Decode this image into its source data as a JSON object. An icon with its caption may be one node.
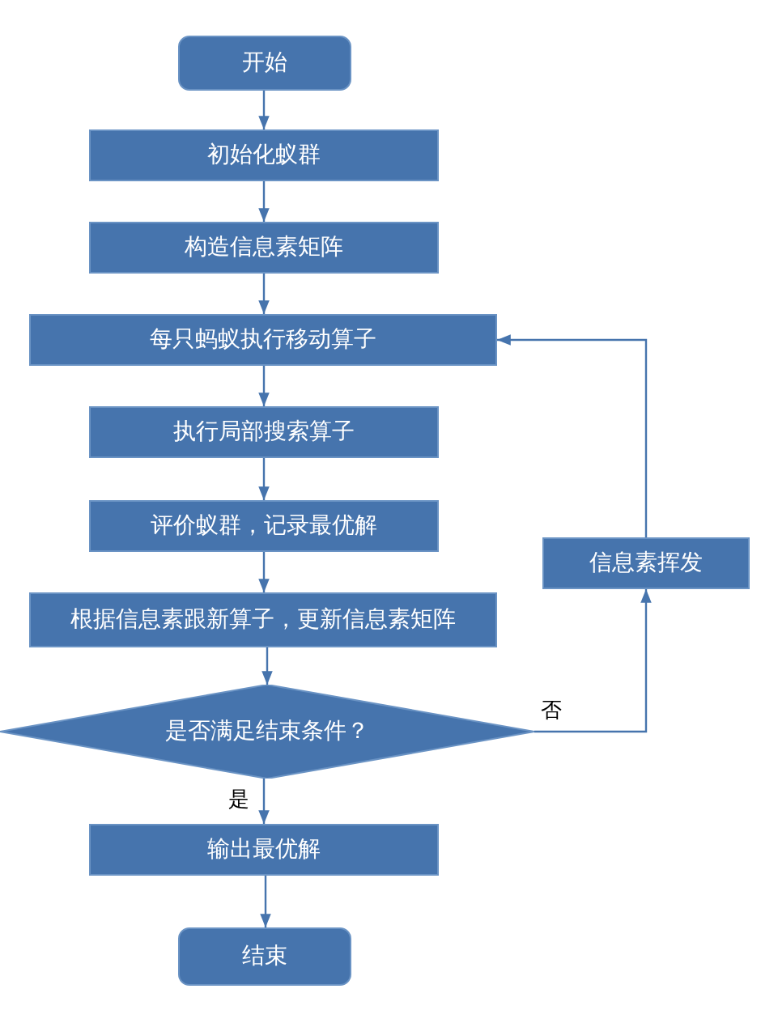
{
  "diagram": {
    "nodes": [
      {
        "text": [
          "开始"
        ]
      },
      {
        "text": [
          "初始化蚁群"
        ]
      },
      {
        "text": [
          "构造信息素矩阵"
        ]
      },
      {
        "text": [
          "每只蚂蚁执行移动算子"
        ]
      },
      {
        "text": [
          "执行局部搜索算子"
        ]
      },
      {
        "text": [
          "评价蚁群，记录最优解"
        ]
      },
      {
        "text": [
          "根据信息素跟新算子，更新信息素矩阵"
        ]
      },
      {
        "text": [
          "是否满足结束条件？"
        ]
      },
      {
        "text": [
          "输出最优解"
        ]
      },
      {
        "text": [
          "结束"
        ]
      },
      {
        "text": [
          "信息素挥发"
        ]
      }
    ],
    "edges": [
      {
        "from": 0,
        "to": 1,
        "arrow": "to"
      },
      {
        "from": 1,
        "to": 2,
        "arrow": "to"
      },
      {
        "from": 2,
        "to": 3,
        "arrow": "to"
      },
      {
        "from": 3,
        "to": 4,
        "arrow": "to"
      },
      {
        "from": 4,
        "to": 5,
        "arrow": "to"
      },
      {
        "from": 5,
        "to": 6,
        "arrow": "to"
      },
      {
        "from": 6,
        "to": 7,
        "arrow": "to"
      },
      {
        "from": 7,
        "to": 8,
        "arrow": "to",
        "label": "是"
      },
      {
        "from": 8,
        "to": 9,
        "arrow": "to"
      },
      {
        "from": 7,
        "to": 10,
        "arrow": "to",
        "label": "否"
      },
      {
        "from": 10,
        "to": 3,
        "arrow": "to"
      }
    ]
  }
}
